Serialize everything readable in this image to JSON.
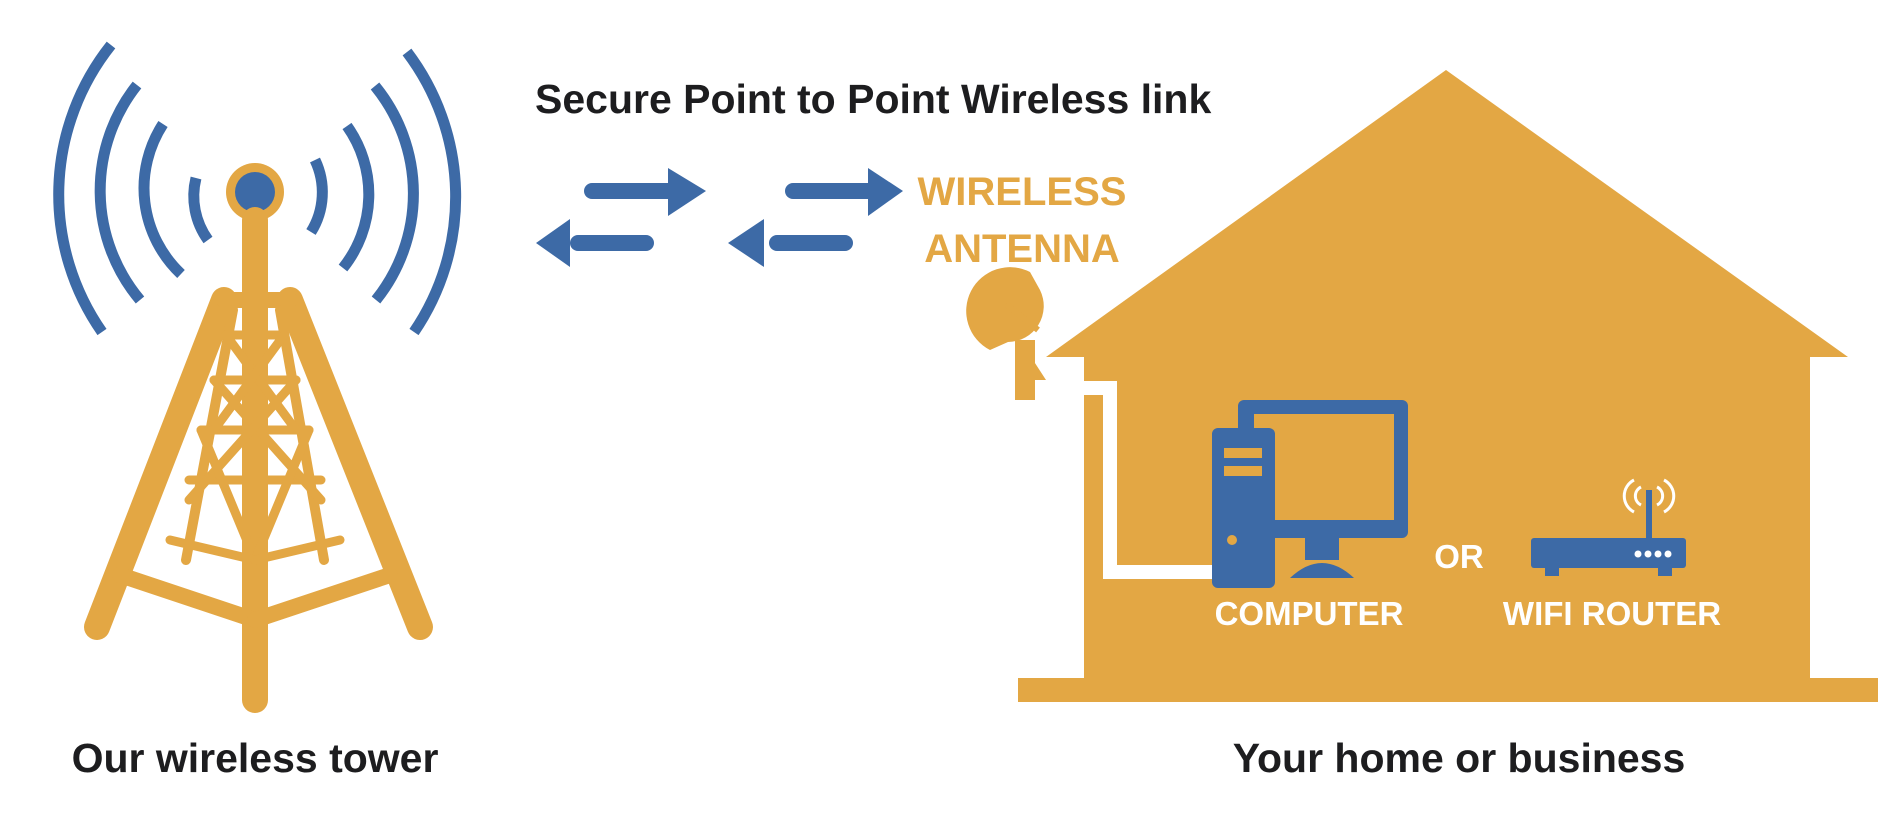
{
  "labels": {
    "link": "Secure Point to Point Wireless link",
    "antenna_line1": "WIRELESS",
    "antenna_line2": "ANTENNA",
    "tower": "Our wireless tower",
    "home": "Your home or business",
    "computer": "COMPUTER",
    "or": "OR",
    "router": "WIFI ROUTER"
  },
  "colors": {
    "orange": "#e3a744",
    "blue": "#3d6aa6",
    "dark_text": "#1d1d1f",
    "white": "#ffffff"
  },
  "icons": [
    "tower-icon",
    "signal-waves-icon",
    "exchange-arrows-icon",
    "satellite-dish-icon",
    "house-icon",
    "computer-icon",
    "router-icon"
  ]
}
